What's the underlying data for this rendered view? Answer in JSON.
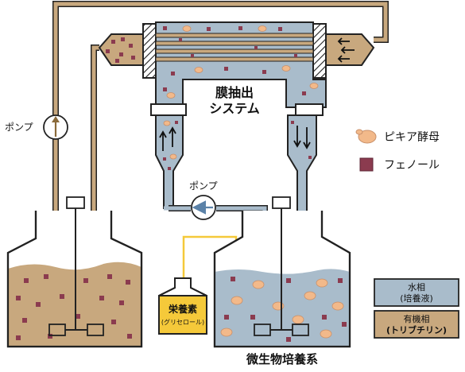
{
  "labels": {
    "membrane_system_line1": "膜抽出",
    "membrane_system_line2": "システム",
    "pump_left": "ポンプ",
    "pump_center": "ポンプ",
    "nutrient_line1": "栄養素",
    "nutrient_line2": "(グリセロール)",
    "culture_system": "微生物培養系"
  },
  "legend": {
    "yeast": "ピキア酵母",
    "phenol": "フェノール",
    "aqueous_line1": "水相",
    "aqueous_line2": "(培養液)",
    "organic_line1": "有機相",
    "organic_line2": "(トリブチリン)"
  },
  "colors": {
    "organic_phase": "#c8a87e",
    "aqueous_phase": "#a9bccb",
    "yeast": "#f2b98a",
    "phenol": "#8b3b4f",
    "nutrient": "#f5c93a",
    "pump_arrow_left": "#8a6a3a",
    "pump_arrow_center": "#5b82a8",
    "outline": "#222222"
  },
  "icons": {
    "pump": "pump-icon",
    "stirrer": "stirrer-icon",
    "yeast": "yeast-cell-icon",
    "phenol": "phenol-square-icon"
  }
}
